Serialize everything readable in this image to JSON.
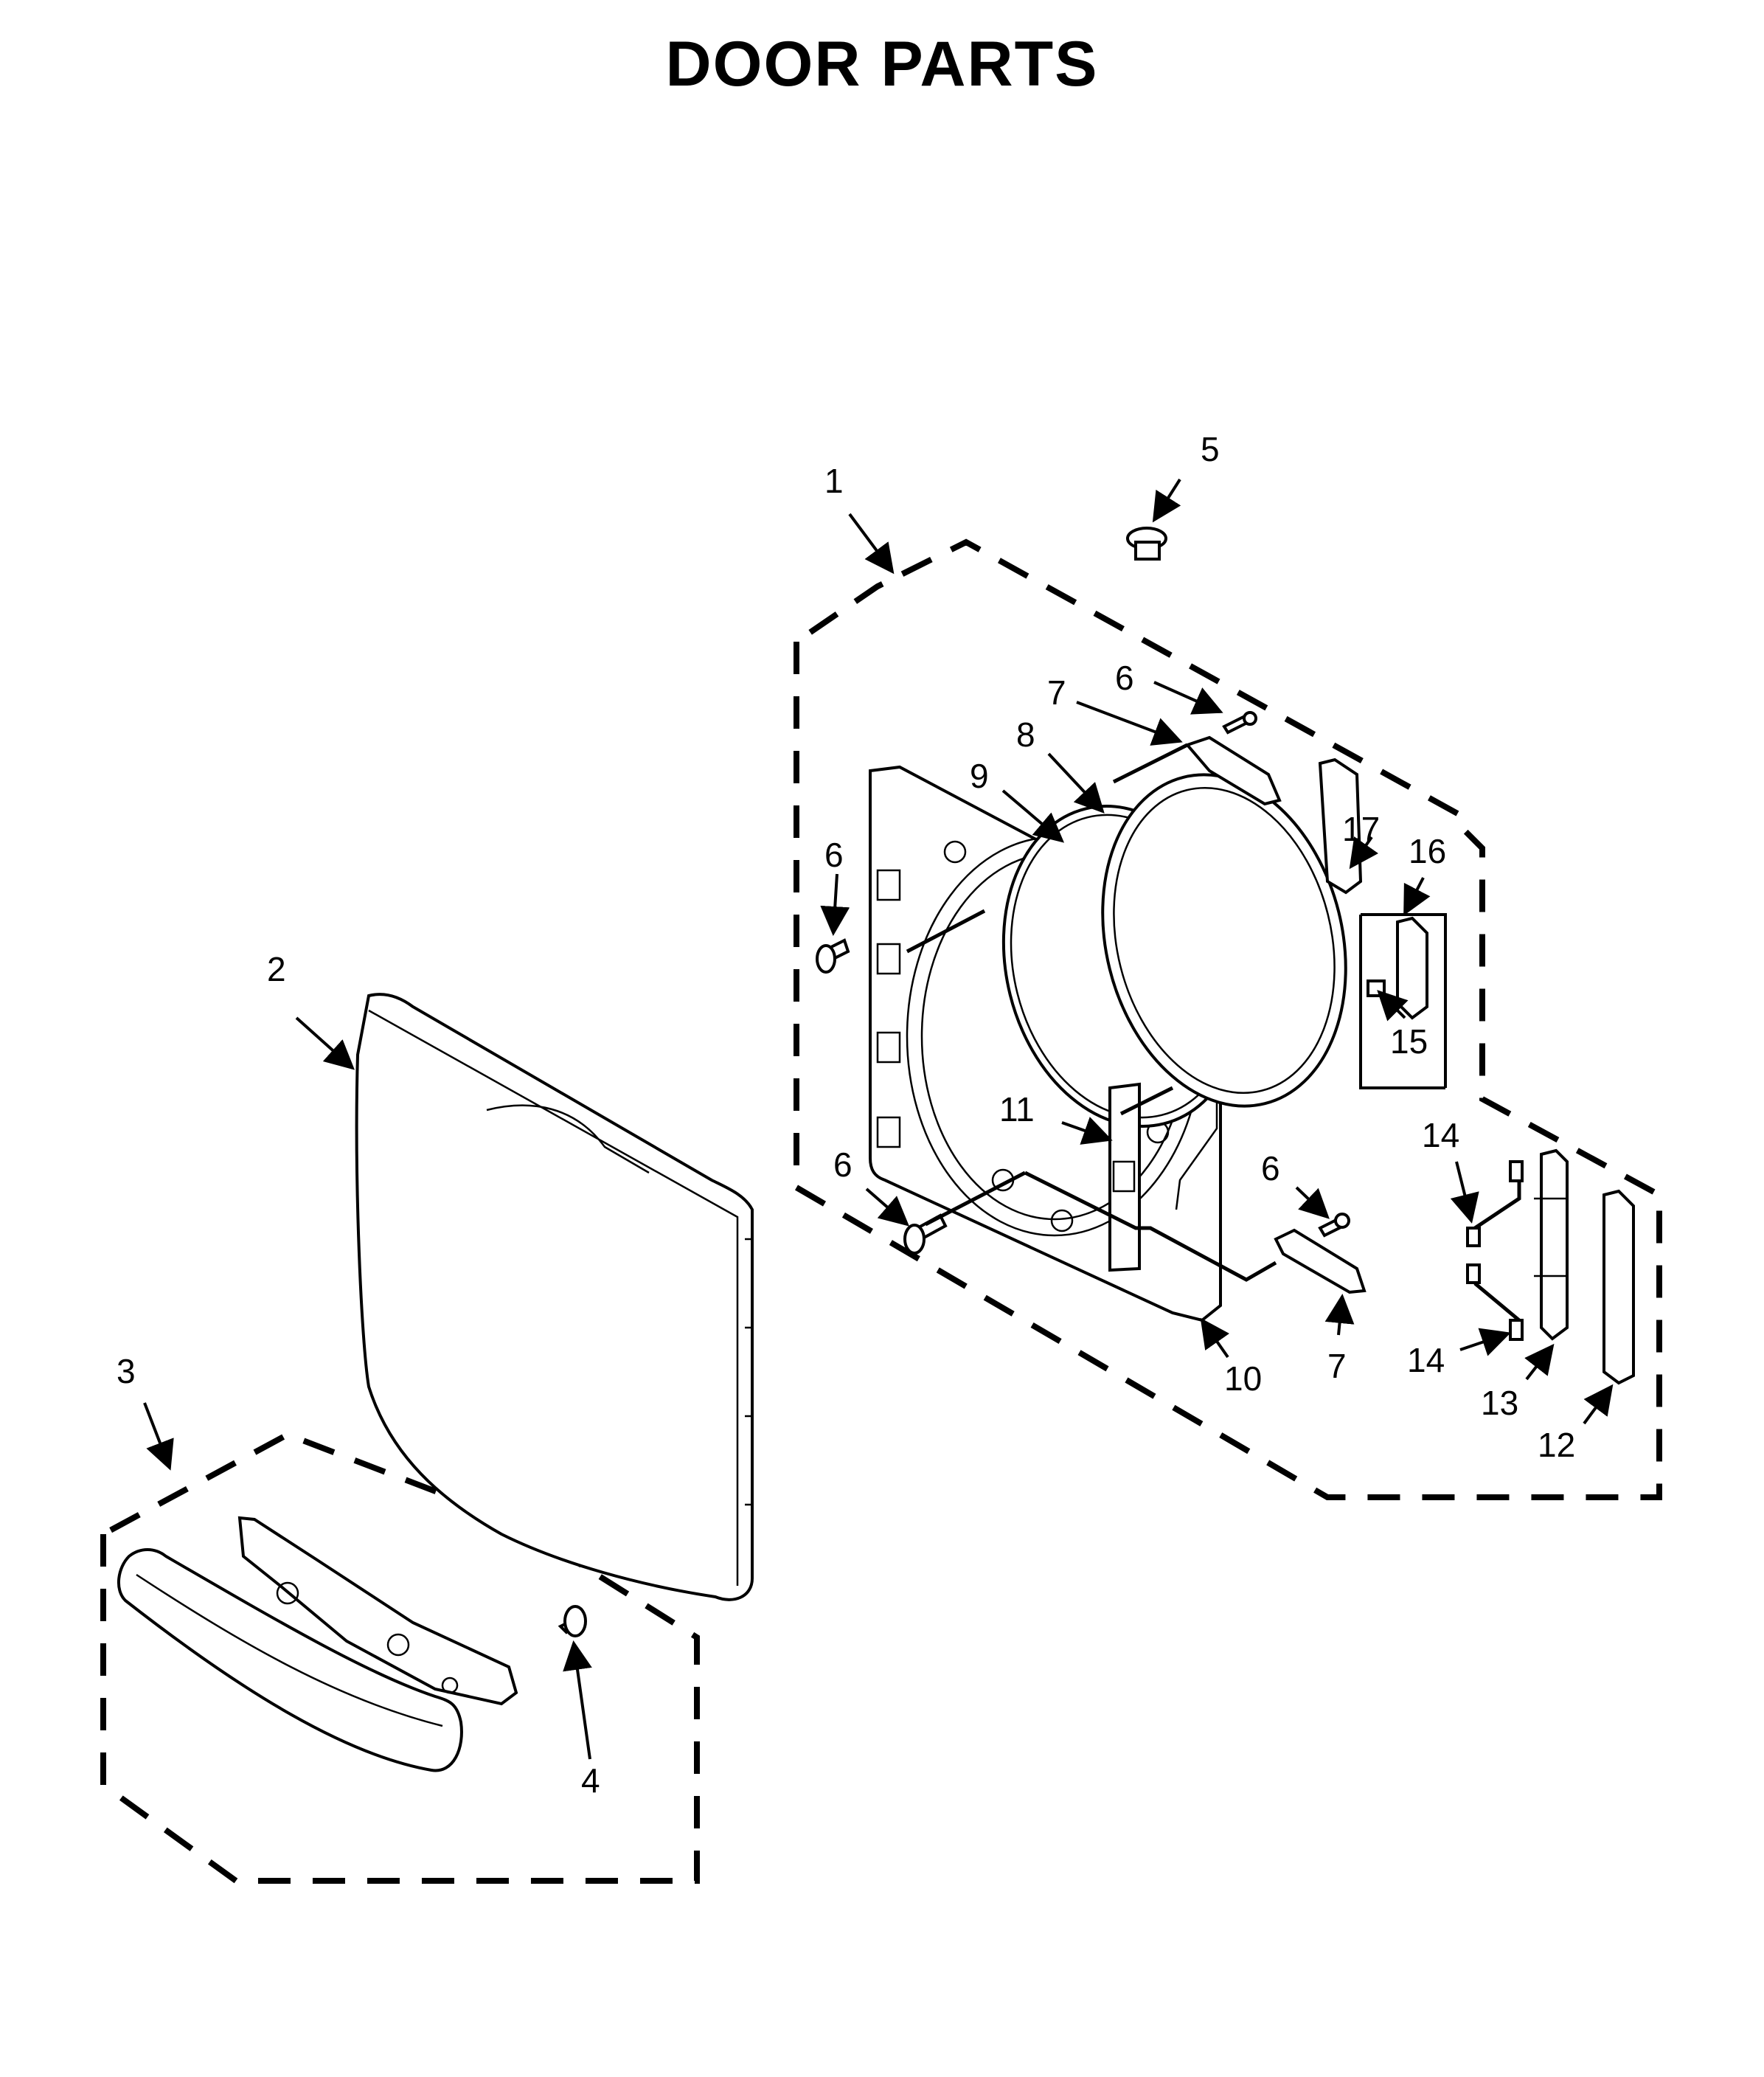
{
  "title": "DOOR PARTS",
  "callouts": {
    "c1": "1",
    "c2": "2",
    "c3": "3",
    "c4": "4",
    "c5": "5",
    "c6a": "6",
    "c6b": "6",
    "c6c": "6",
    "c6d": "6",
    "c7a": "7",
    "c7b": "7",
    "c8": "8",
    "c9": "9",
    "c10": "10",
    "c11": "11",
    "c12": "12",
    "c13": "13",
    "c14a": "14",
    "c14b": "14",
    "c15": "15",
    "c16": "16",
    "c17": "17"
  }
}
